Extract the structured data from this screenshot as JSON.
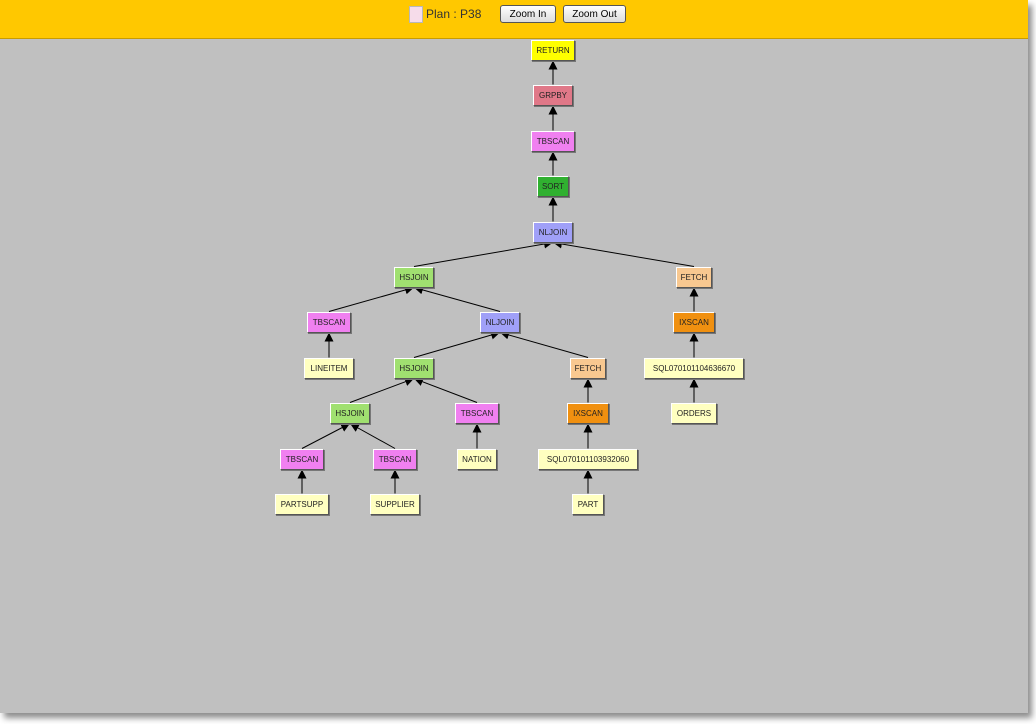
{
  "toolbar": {
    "plan_label": "Plan : P38",
    "zoom_in_label": "Zoom In",
    "zoom_out_label": "Zoom Out"
  },
  "colors": {
    "toolbar": "#ffc800",
    "canvas": "#c0c0c0",
    "RETURN": "#ffff00",
    "GRPBY": "#e07888",
    "TBSCAN": "#f080f0",
    "SORT": "#30b030",
    "NLJOIN": "#a0a0f8",
    "HSJOIN": "#a0e070",
    "FETCH": "#f8c890",
    "IXSCAN": "#f09010",
    "TABLE": "#ffffc0",
    "INDEX": "#ffffc0"
  },
  "nodes": [
    {
      "id": "return",
      "label": "RETURN",
      "type": "RETURN"
    },
    {
      "id": "grpby",
      "label": "GRPBY",
      "type": "GRPBY"
    },
    {
      "id": "tbscan1",
      "label": "TBSCAN",
      "type": "TBSCAN"
    },
    {
      "id": "sort",
      "label": "SORT",
      "type": "SORT"
    },
    {
      "id": "nljoin1",
      "label": "NLJOIN",
      "type": "NLJOIN"
    },
    {
      "id": "hsjoin1",
      "label": "HSJOIN",
      "type": "HSJOIN"
    },
    {
      "id": "fetch1",
      "label": "FETCH",
      "type": "FETCH"
    },
    {
      "id": "tbscan2",
      "label": "TBSCAN",
      "type": "TBSCAN"
    },
    {
      "id": "nljoin2",
      "label": "NLJOIN",
      "type": "NLJOIN"
    },
    {
      "id": "ixscan1",
      "label": "IXSCAN",
      "type": "IXSCAN"
    },
    {
      "id": "lineitem",
      "label": "LINEITEM",
      "type": "TABLE"
    },
    {
      "id": "hsjoin2",
      "label": "HSJOIN",
      "type": "HSJOIN"
    },
    {
      "id": "fetch2",
      "label": "FETCH",
      "type": "FETCH"
    },
    {
      "id": "sqlidx2",
      "label": "SQL070101104636670",
      "type": "INDEX"
    },
    {
      "id": "hsjoin3",
      "label": "HSJOIN",
      "type": "HSJOIN"
    },
    {
      "id": "tbscan3",
      "label": "TBSCAN",
      "type": "TBSCAN"
    },
    {
      "id": "ixscan2",
      "label": "IXSCAN",
      "type": "IXSCAN"
    },
    {
      "id": "orders",
      "label": "ORDERS",
      "type": "TABLE"
    },
    {
      "id": "tbscan4",
      "label": "TBSCAN",
      "type": "TBSCAN"
    },
    {
      "id": "tbscan5",
      "label": "TBSCAN",
      "type": "TBSCAN"
    },
    {
      "id": "nation",
      "label": "NATION",
      "type": "TABLE"
    },
    {
      "id": "sqlidx1",
      "label": "SQL070101103932060",
      "type": "INDEX"
    },
    {
      "id": "partsupp",
      "label": "PARTSUPP",
      "type": "TABLE"
    },
    {
      "id": "supplier",
      "label": "SUPPLIER",
      "type": "TABLE"
    },
    {
      "id": "part",
      "label": "PART",
      "type": "TABLE"
    }
  ],
  "edges": [
    [
      "grpby",
      "return"
    ],
    [
      "tbscan1",
      "grpby"
    ],
    [
      "sort",
      "tbscan1"
    ],
    [
      "nljoin1",
      "sort"
    ],
    [
      "hsjoin1",
      "nljoin1"
    ],
    [
      "fetch1",
      "nljoin1"
    ],
    [
      "tbscan2",
      "hsjoin1"
    ],
    [
      "nljoin2",
      "hsjoin1"
    ],
    [
      "ixscan1",
      "fetch1"
    ],
    [
      "lineitem",
      "tbscan2"
    ],
    [
      "hsjoin2",
      "nljoin2"
    ],
    [
      "fetch2",
      "nljoin2"
    ],
    [
      "sqlidx2",
      "ixscan1"
    ],
    [
      "orders",
      "sqlidx2"
    ],
    [
      "hsjoin3",
      "hsjoin2"
    ],
    [
      "tbscan3",
      "hsjoin2"
    ],
    [
      "ixscan2",
      "fetch2"
    ],
    [
      "tbscan4",
      "hsjoin3"
    ],
    [
      "tbscan5",
      "hsjoin3"
    ],
    [
      "nation",
      "tbscan3"
    ],
    [
      "sqlidx1",
      "ixscan2"
    ],
    [
      "partsupp",
      "tbscan4"
    ],
    [
      "supplier",
      "tbscan5"
    ],
    [
      "part",
      "sqlidx1"
    ]
  ]
}
